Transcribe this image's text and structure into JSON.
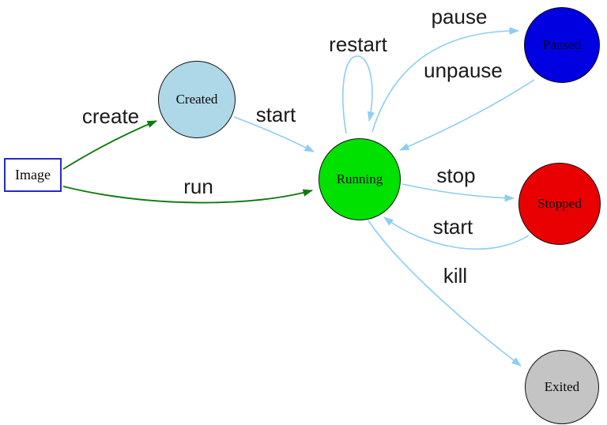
{
  "diagram": {
    "kind": "state-transition-diagram",
    "background": "#ffffff",
    "edge_color_primary": "#8dcef0",
    "edge_color_secondary": "#107a10"
  },
  "nodes": {
    "image": {
      "label": "Image",
      "shape": "rectangle",
      "fill": "#ffffff",
      "border_color": "#2929cc"
    },
    "created": {
      "label": "Created",
      "shape": "circle",
      "fill": "#aed8e8"
    },
    "running": {
      "label": "Running",
      "shape": "circle",
      "fill": "#00e100"
    },
    "paused": {
      "label": "Paused",
      "shape": "circle",
      "fill": "#0000e1"
    },
    "stopped": {
      "label": "Stopped",
      "shape": "circle",
      "fill": "#e90000"
    },
    "exited": {
      "label": "Exited",
      "shape": "circle",
      "fill": "#c4c4c4"
    }
  },
  "edges": {
    "create": {
      "label": "create",
      "from": "image",
      "to": "created",
      "color": "#107a10"
    },
    "run": {
      "label": "run",
      "from": "image",
      "to": "running",
      "color": "#107a10"
    },
    "start1": {
      "label": "start",
      "from": "created",
      "to": "running",
      "color": "#8dcef0"
    },
    "restart": {
      "label": "restart",
      "from": "running",
      "to": "running",
      "color": "#8dcef0"
    },
    "pause": {
      "label": "pause",
      "from": "running",
      "to": "paused",
      "color": "#8dcef0"
    },
    "unpause": {
      "label": "unpause",
      "from": "paused",
      "to": "running",
      "color": "#8dcef0"
    },
    "stop": {
      "label": "stop",
      "from": "running",
      "to": "stopped",
      "color": "#8dcef0"
    },
    "start2": {
      "label": "start",
      "from": "stopped",
      "to": "running",
      "color": "#8dcef0"
    },
    "kill": {
      "label": "kill",
      "from": "running",
      "to": "exited",
      "color": "#8dcef0"
    }
  }
}
